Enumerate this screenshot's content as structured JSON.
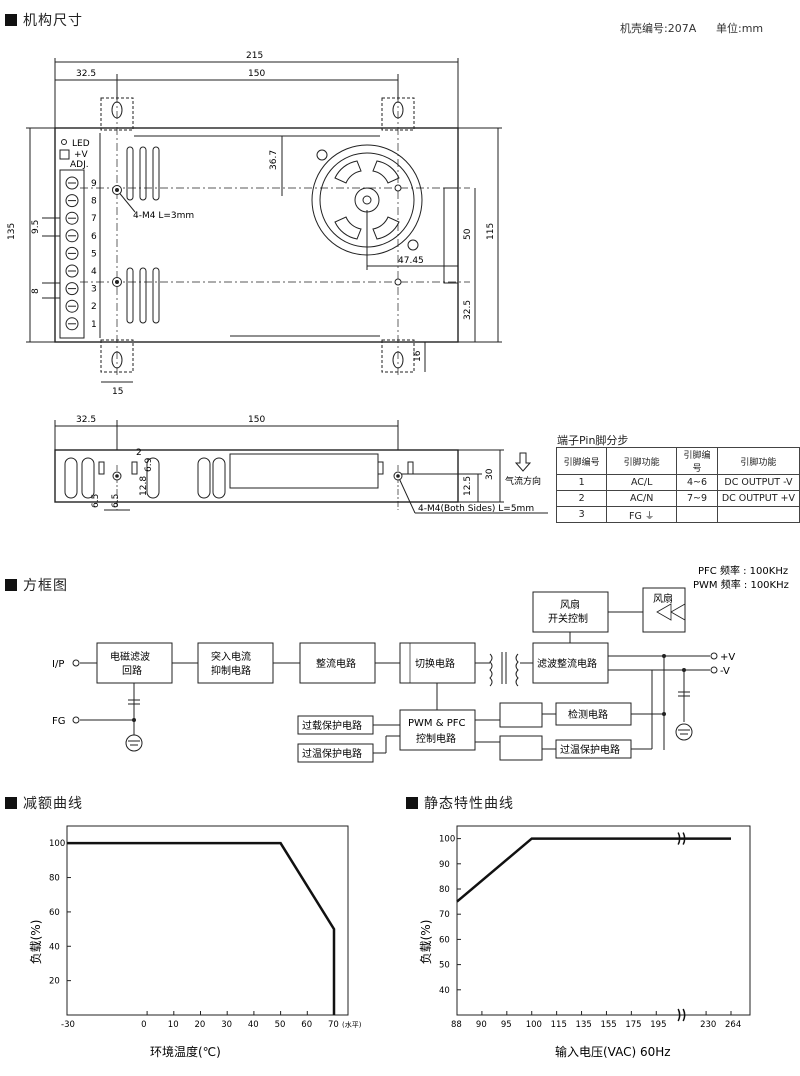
{
  "sections": {
    "mechanical": "机构尺寸",
    "block_diagram": "方框图",
    "derating": "减额曲线",
    "static": "静态特性曲线"
  },
  "case_info": {
    "case_no": "机壳编号:207A",
    "unit": "单位:mm"
  },
  "top_view": {
    "dims": {
      "overall_width": "215",
      "left_offset": "32.5",
      "hole_span": "150",
      "height": "135",
      "fan_offset": "36.7",
      "fan_pos_x": "47.45",
      "dim_50": "50",
      "dim_115": "115",
      "dim_32_5": "32.5",
      "dim_16": "16",
      "dim_15": "15",
      "pitch": "9.5",
      "pitch2": "8"
    },
    "labels": {
      "led": "LED",
      "adj_v": "+V",
      "adj": "ADJ.",
      "screw_note": "4-M4 L=3mm"
    },
    "terminal_numbers": [
      "9",
      "8",
      "7",
      "6",
      "5",
      "4",
      "3",
      "2",
      "1"
    ]
  },
  "side_view": {
    "dims": {
      "left_offset": "32.5",
      "hole_span": "150",
      "height": "30",
      "hole_height": "12.5",
      "d2": "2",
      "d6_9": "6.9",
      "d12_8": "12.8",
      "d6_5a": "6.5",
      "d6_5b": "6.5"
    },
    "screw_note": "4-M4(Both Sides) L=5mm",
    "airflow_label": "气流方向"
  },
  "pin_table": {
    "title": "端子Pin脚分步",
    "headers": [
      "引脚编号",
      "引脚功能",
      "引脚编号",
      "引脚功能"
    ],
    "rows": [
      [
        "1",
        "AC/L",
        "4~6",
        "DC OUTPUT -V"
      ],
      [
        "2",
        "AC/N",
        "7~9",
        "DC OUTPUT +V"
      ],
      [
        "3",
        "FG ⏚",
        "",
        ""
      ]
    ]
  },
  "block": {
    "freq": {
      "pfc": "PFC 频率 : 100KHz",
      "pwm": "PWM 频率 : 100KHz"
    },
    "ip": "I/P",
    "fg": "FG",
    "plus_v": "+V",
    "minus_v": "-V",
    "emi": [
      "电磁滤波",
      "回路"
    ],
    "inrush": [
      "突入电流",
      "抑制电路"
    ],
    "rect": "整流电路",
    "switch": "切换电路",
    "filter": "滤波整流电路",
    "fan_ctrl": [
      "风扇",
      "开关控制"
    ],
    "fan": "风扇",
    "pwm": [
      "PWM & PFC",
      "控制电路"
    ],
    "olp": "过载保护电路",
    "otp_left": "过温保护电路",
    "detect": "检测电路",
    "otp_right": "过温保护电路"
  },
  "chart_data": [
    {
      "type": "line",
      "title": "减额曲线",
      "xlabel": "环境温度(℃)",
      "ylabel": "负载(%)",
      "x_unit_note": "(水平)",
      "xlim": [
        -30,
        70
      ],
      "ylim": [
        0,
        110
      ],
      "x_ticks": [
        -30,
        0,
        10,
        20,
        30,
        40,
        50,
        60,
        70
      ],
      "y_ticks": [
        20,
        40,
        60,
        80,
        100
      ],
      "series": [
        {
          "x": [
            -30,
            50,
            70,
            70
          ],
          "y": [
            100,
            100,
            50,
            0
          ]
        }
      ]
    },
    {
      "type": "line",
      "title": "静态特性曲线",
      "xlabel": "输入电压(VAC) 60Hz",
      "ylabel": "负载(%)",
      "x_ticks": [
        "88",
        "90",
        "95",
        "100",
        "115",
        "135",
        "155",
        "175",
        "195",
        "",
        "230",
        "264"
      ],
      "y_ticks": [
        40,
        50,
        60,
        70,
        80,
        90,
        100
      ],
      "ylim": [
        30,
        105
      ],
      "series": [
        {
          "x": [
            "88",
            "100",
            "264"
          ],
          "y": [
            75,
            100,
            100
          ]
        }
      ]
    }
  ]
}
